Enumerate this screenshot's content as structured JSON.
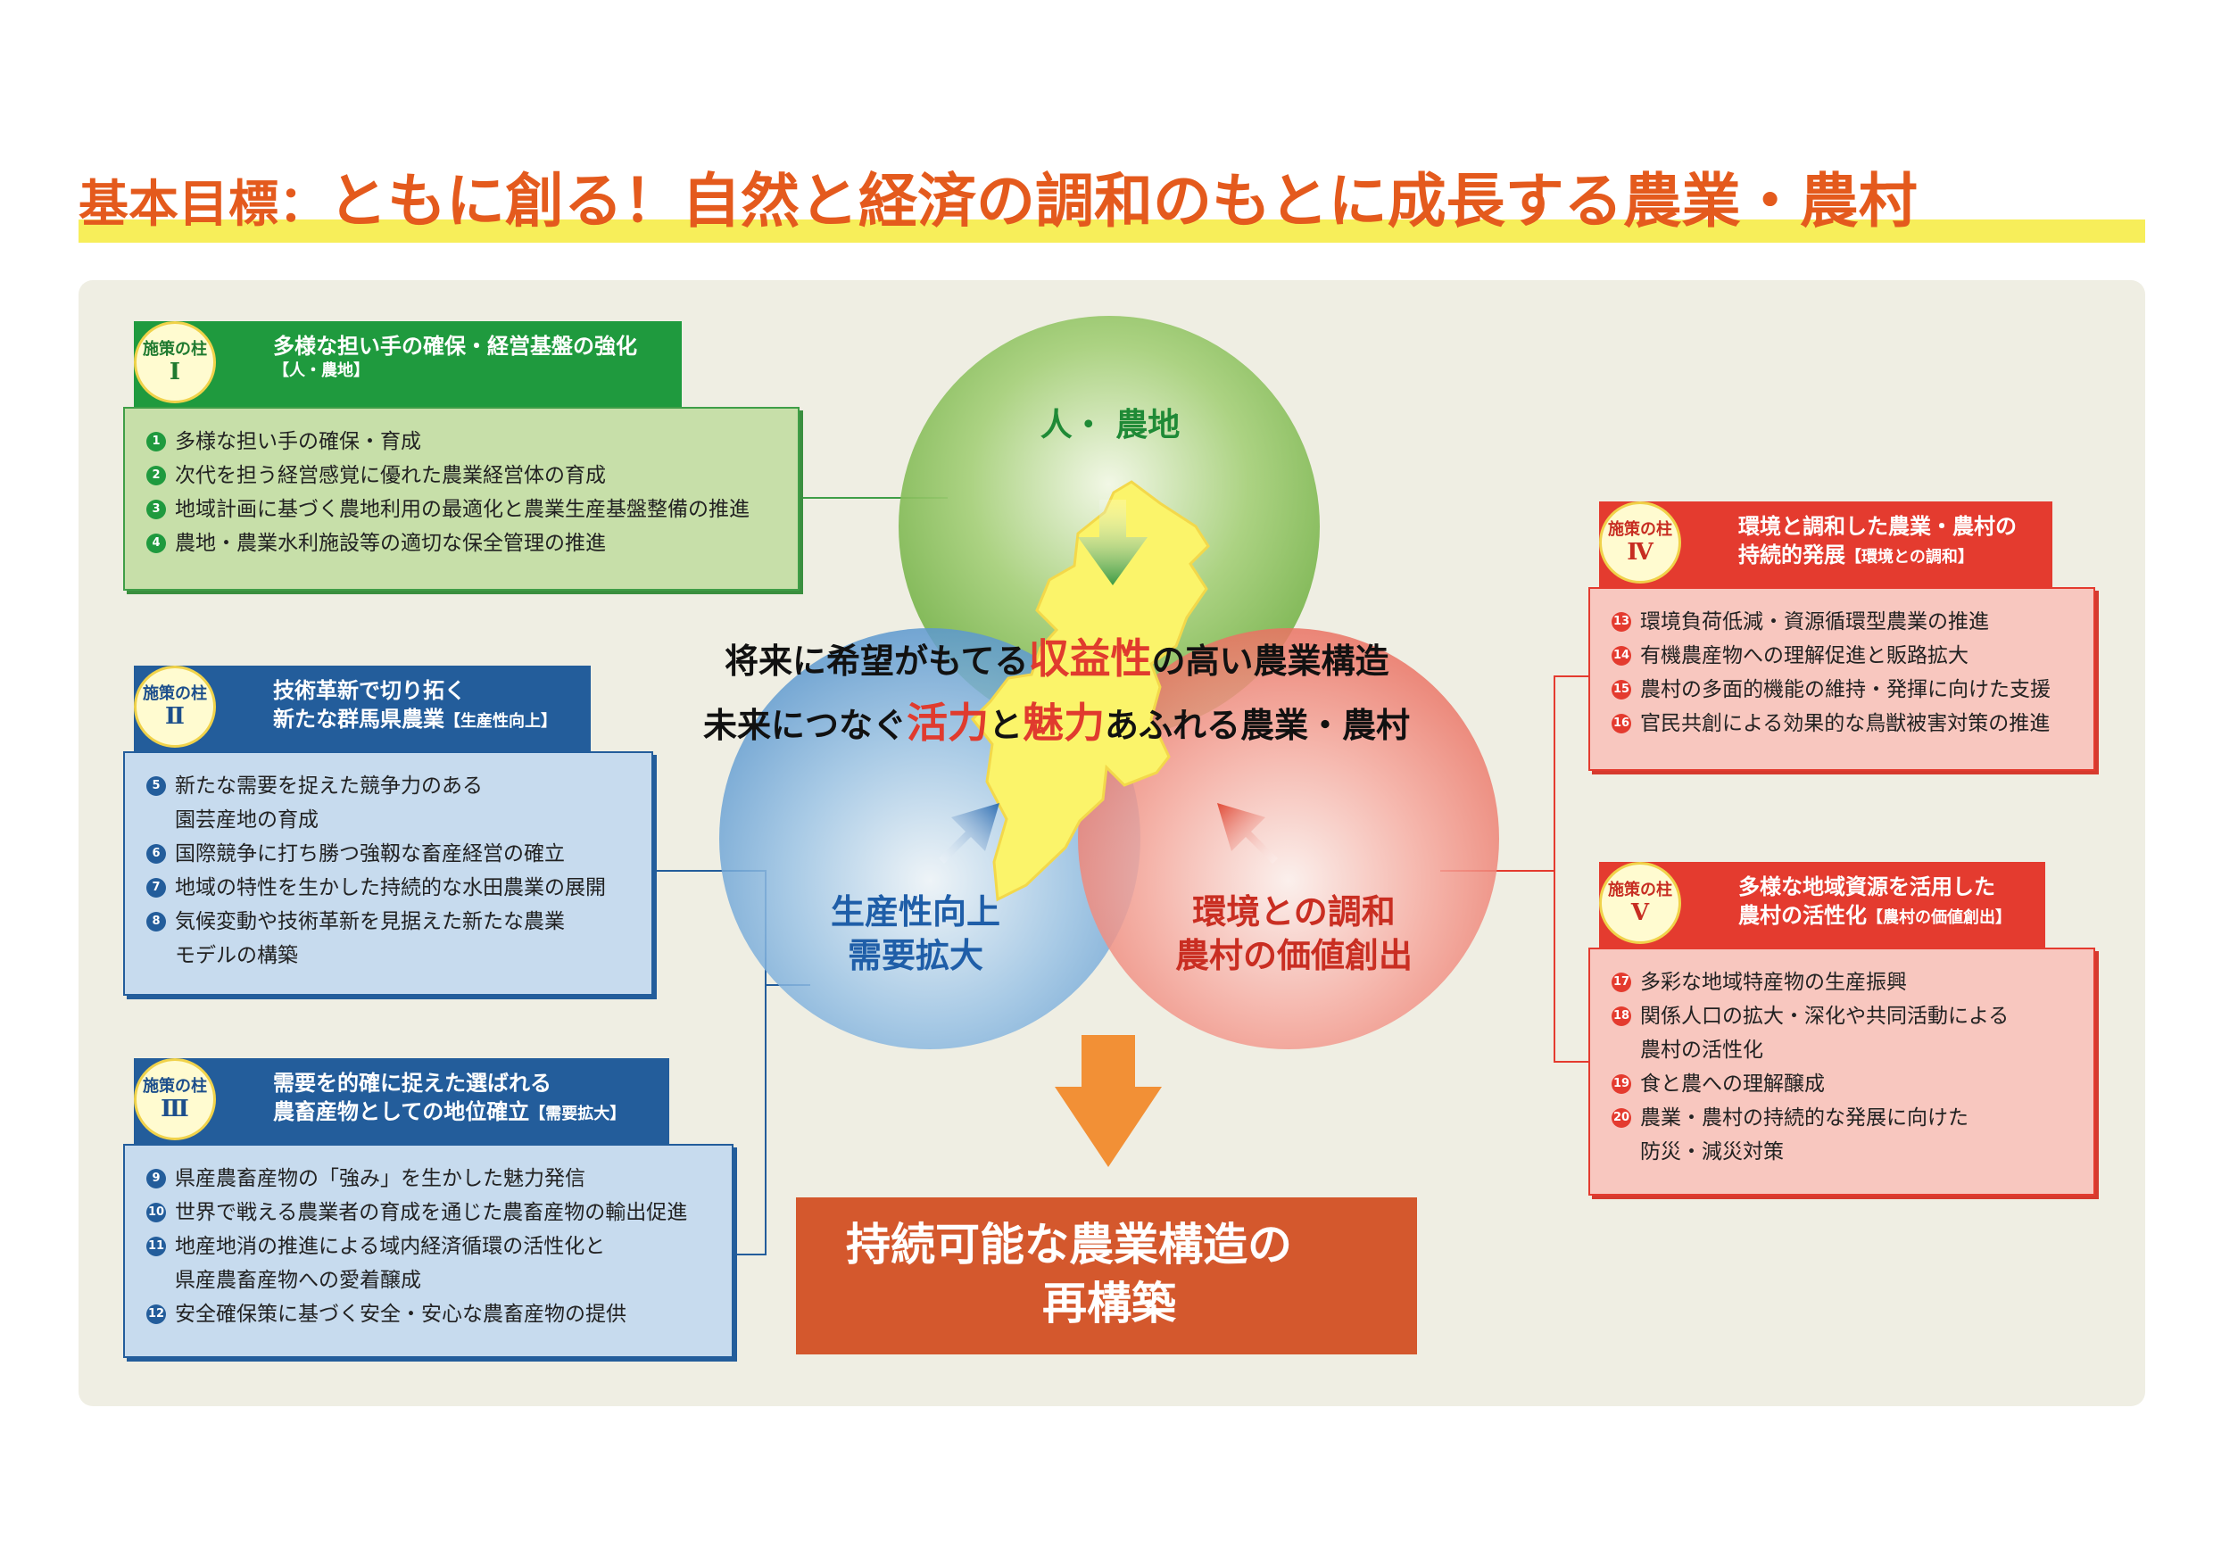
{
  "title": {
    "label": "基本目標：",
    "text": "ともに創る！自然と経済の調和のもとに成長する農業・農村"
  },
  "circles": {
    "top": "人・ 農地",
    "left": [
      "生産性向上",
      "需要拡大"
    ],
    "right": [
      "環境との調和",
      "農村の価値創出"
    ]
  },
  "center": {
    "line1": {
      "pre": "将来に希望がもてる",
      "hl": "収益性",
      "post": "の高い農業構造"
    },
    "line2": {
      "pre": "未来につなぐ",
      "hl1": "活力",
      "mid": "と",
      "hl2": "魅力",
      "post": "あふれる農業・農村"
    }
  },
  "result": {
    "line1": "持続可能な農業構造の",
    "line2": "再構築"
  },
  "pillars": [
    {
      "badge_label": "施策の柱",
      "numeral": "Ⅰ",
      "title_lines": [
        "多様な担い手の確保・経営基盤の強化"
      ],
      "tag": "【人・農地】",
      "items": [
        {
          "num": "1",
          "text": [
            "多様な担い手の確保・育成"
          ]
        },
        {
          "num": "2",
          "text": [
            "次代を担う経営感覚に優れた農業経営体の育成"
          ]
        },
        {
          "num": "3",
          "text": [
            "地域計画に基づく農地利用の最適化と農業生産基盤整備の推進"
          ]
        },
        {
          "num": "4",
          "text": [
            "農地・農業水利施設等の適切な保全管理の推進"
          ]
        }
      ]
    },
    {
      "badge_label": "施策の柱",
      "numeral": "Ⅱ",
      "title_lines": [
        "技術革新で切り拓く",
        "新たな群馬県農業"
      ],
      "tag": "【生産性向上】",
      "items": [
        {
          "num": "5",
          "text": [
            "新たな需要を捉えた競争力のある",
            "園芸産地の育成"
          ]
        },
        {
          "num": "6",
          "text": [
            "国際競争に打ち勝つ強靱な畜産経営の確立"
          ]
        },
        {
          "num": "7",
          "text": [
            "地域の特性を生かした持続的な水田農業の展開"
          ]
        },
        {
          "num": "8",
          "text": [
            "気候変動や技術革新を見据えた新たな農業",
            "モデルの構築"
          ]
        }
      ]
    },
    {
      "badge_label": "施策の柱",
      "numeral": "Ⅲ",
      "title_lines": [
        "需要を的確に捉えた選ばれる",
        "農畜産物としての地位確立"
      ],
      "tag": "【需要拡大】",
      "items": [
        {
          "num": "9",
          "text": [
            "県産農畜産物の「強み」を生かした魅力発信"
          ]
        },
        {
          "num": "10",
          "text": [
            "世界で戦える農業者の育成を通じた農畜産物の輸出促進"
          ]
        },
        {
          "num": "11",
          "text": [
            "地産地消の推進による域内経済循環の活性化と",
            "県産農畜産物への愛着醸成"
          ]
        },
        {
          "num": "12",
          "text": [
            "安全確保策に基づく安全・安心な農畜産物の提供"
          ]
        }
      ]
    },
    {
      "badge_label": "施策の柱",
      "numeral": "Ⅳ",
      "title_lines": [
        "環境と調和した農業・農村の",
        "持続的発展"
      ],
      "tag": "【環境との調和】",
      "items": [
        {
          "num": "13",
          "text": [
            "環境負荷低減・資源循環型農業の推進"
          ]
        },
        {
          "num": "14",
          "text": [
            "有機農産物への理解促進と販路拡大"
          ]
        },
        {
          "num": "15",
          "text": [
            "農村の多面的機能の維持・発揮に向けた支援"
          ]
        },
        {
          "num": "16",
          "text": [
            "官民共創による効果的な鳥獣被害対策の推進"
          ]
        }
      ]
    },
    {
      "badge_label": "施策の柱",
      "numeral": "Ⅴ",
      "title_lines": [
        "多様な地域資源を活用した",
        "農村の活性化"
      ],
      "tag": "【農村の価値創出】",
      "items": [
        {
          "num": "17",
          "text": [
            "多彩な地域特産物の生産振興"
          ]
        },
        {
          "num": "18",
          "text": [
            "関係人口の拡大・深化や共同活動による",
            "農村の活性化"
          ]
        },
        {
          "num": "19",
          "text": [
            "食と農への理解醸成"
          ]
        },
        {
          "num": "20",
          "text": [
            "農業・農村の持続的な発展に向けた",
            "防災・減災対策"
          ]
        }
      ]
    }
  ],
  "colors": {
    "title": "#e45a1d",
    "green": "#1f9a3e",
    "blue": "#235d9b",
    "red": "#e43b2f",
    "result": "#d4582d",
    "prefecture": "#fbf46a",
    "arrow": "#f29036"
  }
}
